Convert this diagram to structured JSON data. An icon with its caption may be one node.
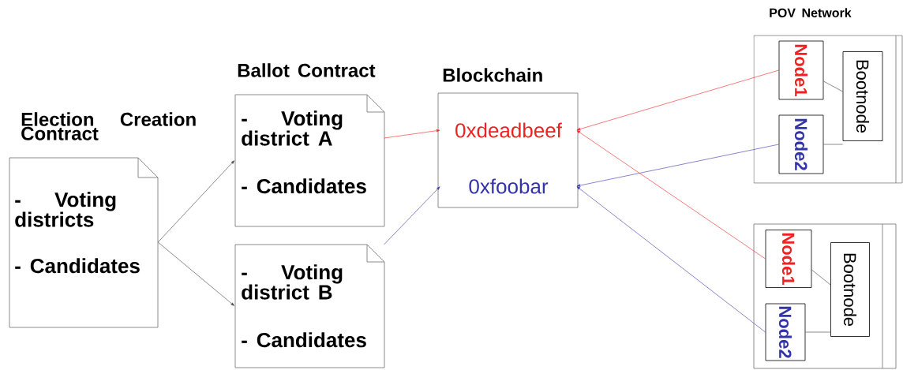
{
  "diagram": {
    "nodes": [
      {
        "text": [
          "Election Creation Contract",
          "- Voting districts",
          "- Candidates"
        ]
      },
      {
        "text": [
          "Ballot Contract",
          "- Voting district A",
          "- Candidates"
        ]
      },
      {
        "text": [
          "- Voting district B",
          "- Candidates"
        ]
      },
      {
        "text": [
          "Blockchain"
        ]
      },
      {
        "text": [
          "0xdeadbeef"
        ],
        "in": 3
      },
      {
        "text": [
          "0xfoobar"
        ],
        "in": 3
      },
      {
        "text": [
          "POV Network"
        ]
      },
      {
        "text": [
          "Node1"
        ],
        "in": 6
      },
      {
        "text": [
          "Node2"
        ],
        "in": 6
      },
      {
        "text": [
          "Bootnode"
        ],
        "in": 6
      },
      {
        "text": [],
        "shape": "box"
      },
      {
        "text": [
          "Node1"
        ],
        "in": 10
      },
      {
        "text": [
          "Node2"
        ],
        "in": 10
      },
      {
        "text": [
          "Bootnode"
        ],
        "in": 10
      }
    ],
    "edges": [
      {
        "from": 0,
        "to": 1,
        "arrow": "to"
      },
      {
        "from": 0,
        "to": 2,
        "arrow": "to"
      },
      {
        "from": 1,
        "to": 4,
        "arrow": "to",
        "color": "#ee2222"
      },
      {
        "from": 2,
        "to": 5,
        "arrow": "to",
        "color": "#3333aa"
      },
      {
        "from": 7,
        "to": 4,
        "arrow": "to",
        "color": "#ee2222"
      },
      {
        "from": 8,
        "to": 5,
        "arrow": "to",
        "color": "#3333aa"
      },
      {
        "from": 11,
        "to": 4,
        "arrow": "to",
        "color": "#ee2222"
      },
      {
        "from": 12,
        "to": 5,
        "arrow": "to",
        "color": "#3333aa"
      },
      {
        "from": 7,
        "to": 9,
        "arrow": "none"
      },
      {
        "from": 8,
        "to": 9,
        "arrow": "none"
      },
      {
        "from": 11,
        "to": 13,
        "arrow": "none"
      },
      {
        "from": 12,
        "to": 13,
        "arrow": "none"
      }
    ]
  }
}
